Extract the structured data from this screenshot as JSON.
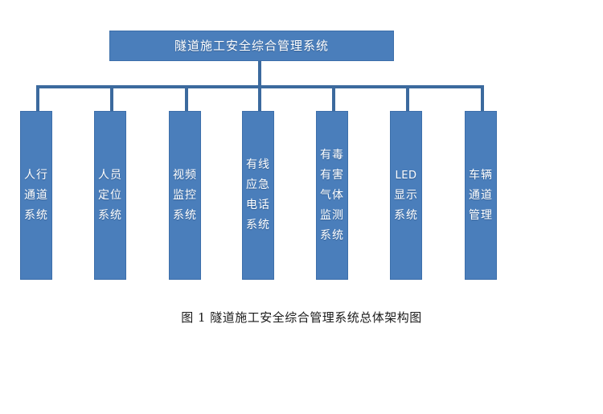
{
  "diagram": {
    "type": "organizational-hierarchy",
    "orientation": "top-down",
    "root": {
      "label": "隧道施工安全综合管理系统"
    },
    "nodes": [
      {
        "id": "pedestrian-passage",
        "lines": [
          "人行",
          "通道",
          "系统"
        ]
      },
      {
        "id": "personnel-positioning",
        "lines": [
          "人员",
          "定位",
          "系统"
        ]
      },
      {
        "id": "video-surveillance",
        "lines": [
          "视频",
          "监控",
          "系统"
        ]
      },
      {
        "id": "wired-emergency-telephone",
        "lines": [
          "有线",
          "应急",
          "电话",
          "系统"
        ]
      },
      {
        "id": "toxic-harmful-gas-monitoring",
        "lines": [
          "有毒",
          "有害",
          "气体",
          "监测",
          "系统"
        ]
      },
      {
        "id": "led-display",
        "lines": [
          "LED",
          "显示",
          "系统"
        ]
      },
      {
        "id": "vehicle-passage-management",
        "lines": [
          "车辆",
          "通道",
          "管理"
        ]
      }
    ],
    "caption": "图 1  隧道施工安全综合管理系统总体架构图",
    "colors": {
      "node_fill": "#4A7EBB",
      "node_border": "#3D6FAA",
      "connector": "#3C6A9E",
      "node_text": "#FFFFFF",
      "caption_text": "#1A1A1A",
      "background": "#FFFFFF"
    }
  }
}
